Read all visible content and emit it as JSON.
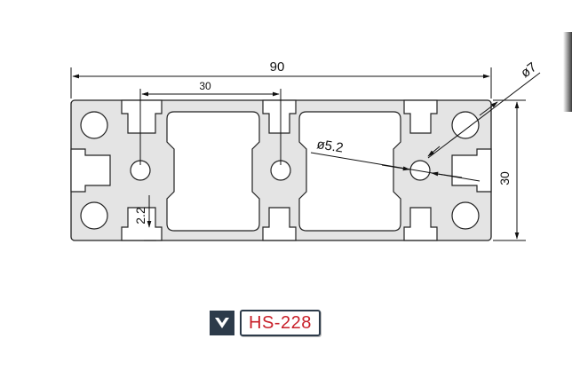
{
  "drawing": {
    "dim_overall_width": "90",
    "dim_pitch": "30",
    "dim_height": "30",
    "dim_small_hole": "ø5.2",
    "dim_large_hole": "ø7",
    "dim_wall": "2.2"
  },
  "badge": {
    "label": "HS-228",
    "logo_icon": "brand-v-icon",
    "logo_color": "#2d3b4a",
    "label_color": "#c8202a"
  },
  "profile_color": "#e4e4e4"
}
